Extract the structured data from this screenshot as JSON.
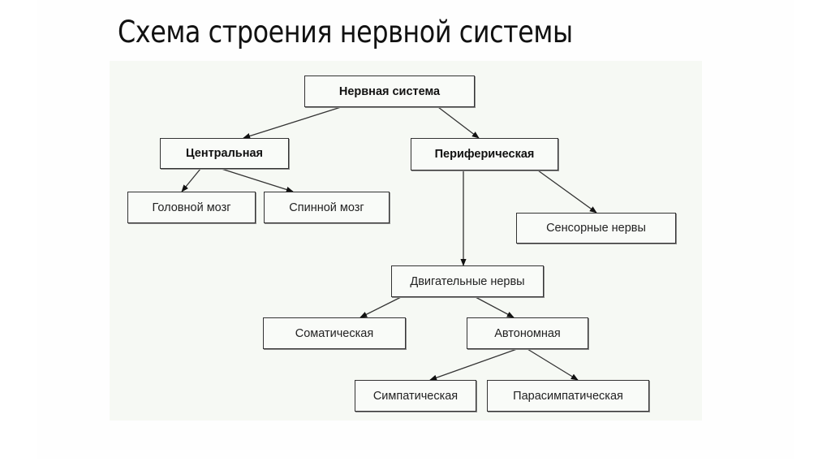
{
  "title": "Схема строения нервной системы",
  "diagram": {
    "nodes": {
      "root": "Нервная система",
      "central": "Центральная",
      "peripheral": "Периферическая",
      "brain": "Головной мозг",
      "spinal_cord": "Спинной мозг",
      "sensory_nerves": "Сенсорные нервы",
      "motor_nerves": "Двигательные нервы",
      "somatic": "Соматическая",
      "autonomic": "Автономная",
      "sympathetic": "Симпатическая",
      "parasympathetic": "Парасимпатическая"
    },
    "edges": [
      [
        "root",
        "central"
      ],
      [
        "root",
        "peripheral"
      ],
      [
        "central",
        "brain"
      ],
      [
        "central",
        "spinal_cord"
      ],
      [
        "peripheral",
        "sensory_nerves"
      ],
      [
        "peripheral",
        "motor_nerves"
      ],
      [
        "motor_nerves",
        "somatic"
      ],
      [
        "motor_nerves",
        "autonomic"
      ],
      [
        "autonomic",
        "sympathetic"
      ],
      [
        "autonomic",
        "parasympathetic"
      ]
    ]
  }
}
